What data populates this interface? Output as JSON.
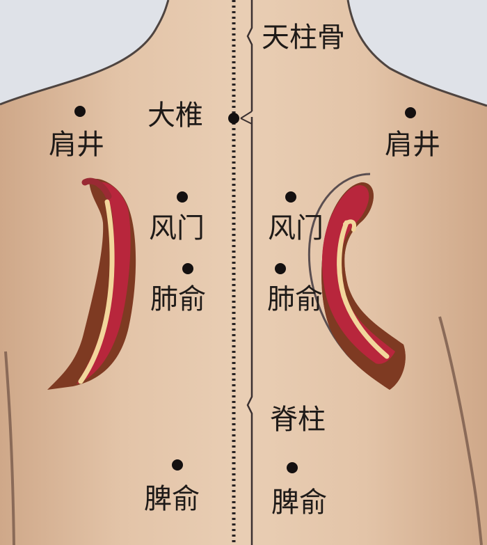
{
  "labels": {
    "tianzhugu": "天柱骨",
    "dazhui": "大椎",
    "jianjing_left": "肩井",
    "jianjing_right": "肩井",
    "fengmen_left": "风门",
    "fengmen_right": "风门",
    "feishu_left": "肺俞",
    "feishu_right": "肺俞",
    "jizhu": "脊柱",
    "pishu_left": "脾俞",
    "pishu_right": "脾俞"
  },
  "colors": {
    "background": "#dcdfe6",
    "skin": "#e5c7aa",
    "skin_shadow": "#caa68a",
    "outline": "#5a4a44",
    "point": "#141010",
    "stroke_red": "#b2243a",
    "stroke_brown": "#7a3a1e",
    "stroke_highlight": "#f0d49a"
  }
}
